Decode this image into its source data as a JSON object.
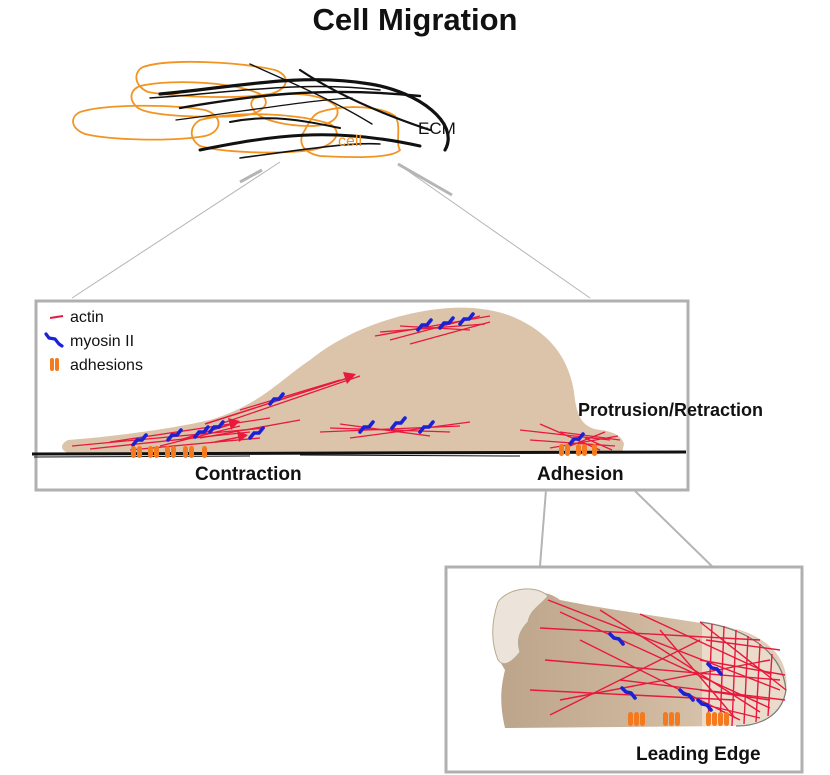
{
  "title": "Cell Migration",
  "top_labels": {
    "ecm": "ECM",
    "cell": "cell"
  },
  "legend": [
    {
      "symbol": "actin-line",
      "label": "actin"
    },
    {
      "symbol": "myosin-icon",
      "label": "myosin II"
    },
    {
      "symbol": "adhesion-icon",
      "label": "adhesions"
    }
  ],
  "main_panel_labels": {
    "protrusion": "Protrusion/Retraction",
    "contraction": "Contraction",
    "adhesion": "Adhesion"
  },
  "inset_label": "Leading Edge",
  "colors": {
    "actin": "#e8193c",
    "myosin": "#1a22d6",
    "adhesion": "#f47a20",
    "cell_outline_top": "#f29421",
    "cell_body": "#dcc4ab",
    "panel_border": "#b0b0b0",
    "ecm": "#111111"
  }
}
